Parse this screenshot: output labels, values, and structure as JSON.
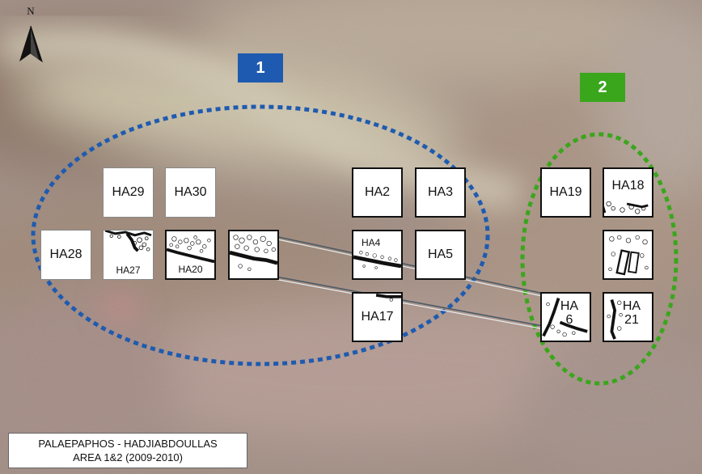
{
  "map": {
    "north_label": "N",
    "area_1": {
      "label": "1",
      "color": "#1e5bb0"
    },
    "area_2": {
      "label": "2",
      "color": "#3aa61c"
    },
    "trenches": {
      "ha2": "HA2",
      "ha3": "HA3",
      "ha4": "HA4",
      "ha5": "HA5",
      "ha6_line1": "HA",
      "ha6_line2": "6",
      "ha17": "HA17",
      "ha18": "HA18",
      "ha19": "HA19",
      "ha20": "HA20",
      "ha21_line1": "HA",
      "ha21_line2": "21",
      "ha27": "HA27",
      "ha28": "HA28",
      "ha29": "HA29",
      "ha30": "HA30"
    },
    "caption_line1": "PALAEPAPHOS - HADJIABDOULLAS",
    "caption_line2": "AREA 1&2 (2009-2010)"
  }
}
